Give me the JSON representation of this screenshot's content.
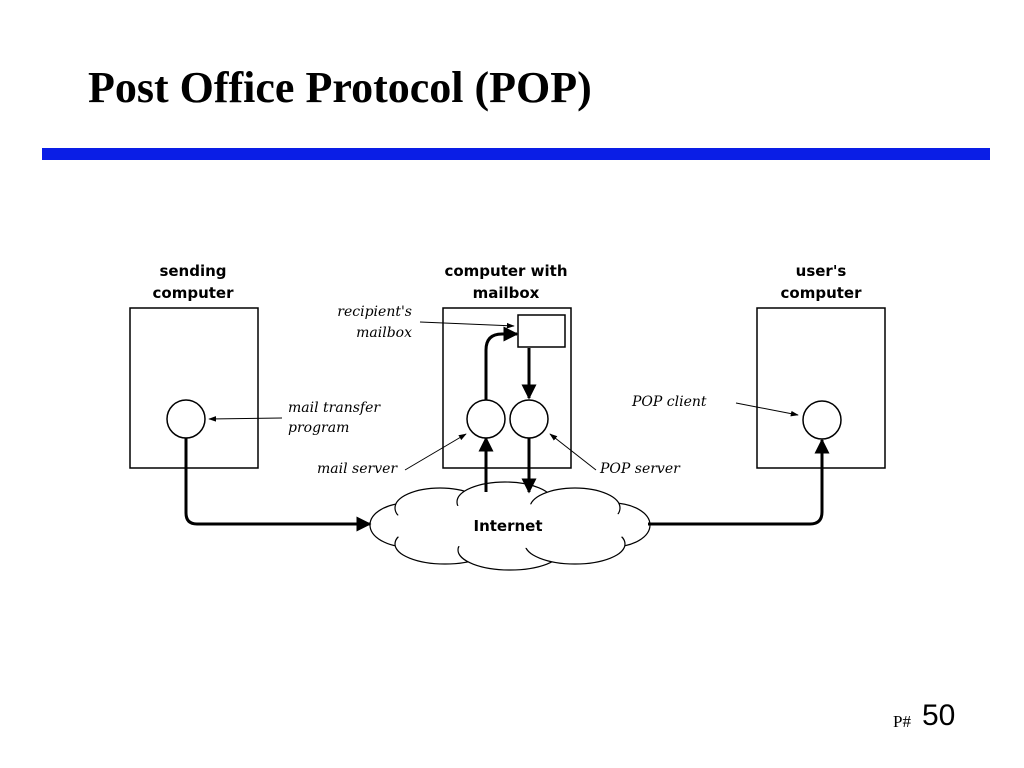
{
  "slide": {
    "title": "Post Office Protocol (POP)",
    "accent_color": "#0a1ee6",
    "footer_prefix": "P#",
    "page_number": "50"
  },
  "diagram": {
    "sending_computer": {
      "line1": "sending",
      "line2": "computer"
    },
    "mailbox_computer": {
      "line1": "computer with",
      "line2": "mailbox"
    },
    "users_computer": {
      "line1": "user's",
      "line2": "computer"
    },
    "recipients_mailbox": {
      "line1": "recipient's",
      "line2": "mailbox"
    },
    "mail_transfer_program": {
      "line1": "mail transfer",
      "line2": "program"
    },
    "mail_server": "mail server",
    "pop_server": "POP server",
    "pop_client": "POP client",
    "internet": "Internet"
  }
}
